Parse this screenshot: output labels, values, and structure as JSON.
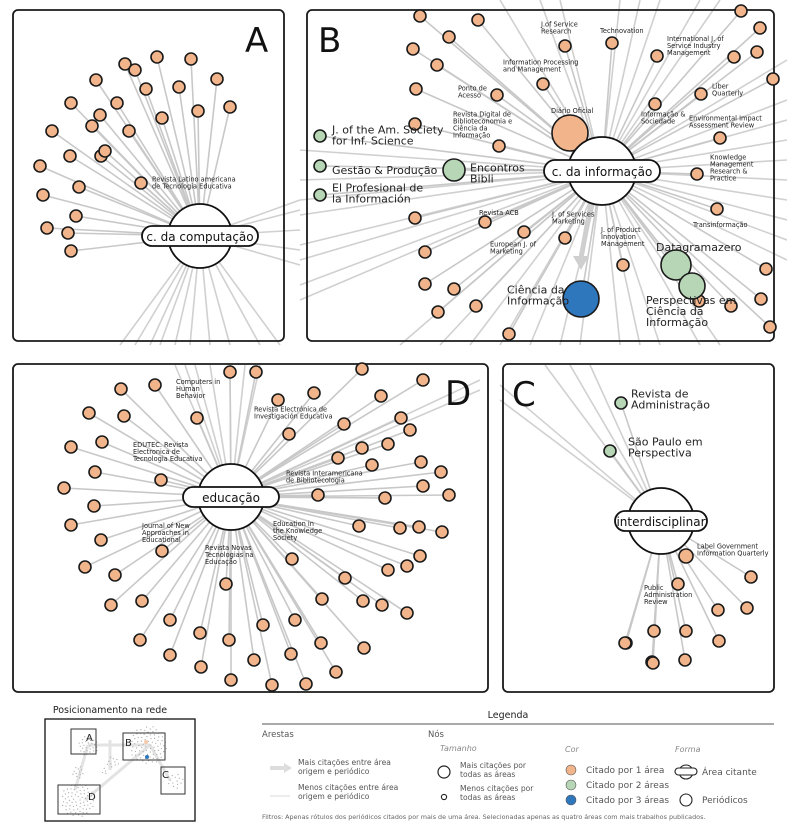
{
  "colors": {
    "cited_1": "#f2b48a",
    "cited_2": "#b7d6b6",
    "cited_3": "#2f77bd",
    "edge": "#c8c8c8",
    "frame": "#1a1a1a"
  },
  "panels": [
    {
      "id": "A",
      "letter": "A",
      "hub": {
        "label": "c. da computação"
      },
      "labeled_nodes": [
        {
          "label": [
            "Revista Latino americana",
            "de Tecnologia Educativa"
          ],
          "category": 1,
          "size": "small"
        }
      ],
      "unlabeled_node_count": 27
    },
    {
      "id": "B",
      "letter": "B",
      "hub": {
        "label": "c. da informação"
      },
      "labeled_nodes": [
        {
          "label": [
            "J. of the Am. Society",
            "for Inf. Science"
          ],
          "category": 2,
          "size": "small"
        },
        {
          "label": [
            "Gestão & Produção"
          ],
          "category": 2,
          "size": "small"
        },
        {
          "label": [
            "El Profesional de",
            "la Información"
          ],
          "category": 2,
          "size": "small"
        },
        {
          "label": [
            "Encontros",
            "Bibli"
          ],
          "category": 2,
          "size": "medium"
        },
        {
          "label": [
            "Ponto de",
            "Acesso"
          ],
          "category": 1,
          "size": "small"
        },
        {
          "label": [
            "Revista Digital de",
            "Biblioteconomia e",
            "Ciência da",
            "Informação"
          ],
          "category": 1,
          "size": "small"
        },
        {
          "label": [
            "Information Processing",
            "and Management"
          ],
          "category": 1,
          "size": "small"
        },
        {
          "label": [
            "J.of Service",
            "Research"
          ],
          "category": 1,
          "size": "small"
        },
        {
          "label": [
            "Technovation"
          ],
          "category": 1,
          "size": "small"
        },
        {
          "label": [
            "International J. of",
            "Service Industry",
            "Management"
          ],
          "category": 1,
          "size": "small"
        },
        {
          "label": [
            "Liber",
            "Quarterly"
          ],
          "category": 1,
          "size": "small"
        },
        {
          "label": [
            "Diário Oficial"
          ],
          "category": 1,
          "size": "large"
        },
        {
          "label": [
            "Informação &",
            "Sociedade"
          ],
          "category": 1,
          "size": "small"
        },
        {
          "label": [
            "Environmental Impact",
            "Assessment Review"
          ],
          "category": 1,
          "size": "small"
        },
        {
          "label": [
            "Knowledge",
            "Management",
            "Research &",
            "Practice"
          ],
          "category": 1,
          "size": "small"
        },
        {
          "label": [
            "Transinformação"
          ],
          "category": 1,
          "size": "small"
        },
        {
          "label": [
            "Revista ACB"
          ],
          "category": 1,
          "size": "small"
        },
        {
          "label": [
            "European J. of",
            "Marketing"
          ],
          "category": 1,
          "size": "small"
        },
        {
          "label": [
            "J. of Services",
            "Marketing"
          ],
          "category": 1,
          "size": "small"
        },
        {
          "label": [
            "J. of Product",
            "Innovation",
            "Management"
          ],
          "category": 1,
          "size": "small"
        },
        {
          "label": [
            "Datagramazero"
          ],
          "category": 2,
          "size": "large"
        },
        {
          "label": [
            "Perspectivas em",
            "Ciência da",
            "Informação"
          ],
          "category": 2,
          "size": "large"
        },
        {
          "label": [
            "Ciência da",
            "Informação"
          ],
          "category": 3,
          "size": "large"
        }
      ],
      "unlabeled_node_count": 24
    },
    {
      "id": "D",
      "letter": "D",
      "hub": {
        "label": "educação"
      },
      "labeled_nodes": [
        {
          "label": [
            "Computers in",
            "Human",
            "Behavior"
          ],
          "category": 1,
          "size": "small"
        },
        {
          "label": [
            "Revista Electrónica de",
            "Investigación Educativa"
          ],
          "category": 1,
          "size": "small"
        },
        {
          "label": [
            "EDUTEC. Revista",
            "Electronica de",
            "Tecnologia Educativa"
          ],
          "category": 1,
          "size": "small"
        },
        {
          "label": [
            "Revista Interamericana",
            "de Bibliotecologia"
          ],
          "category": 1,
          "size": "small"
        },
        {
          "label": [
            "Journal of New",
            "Approaches in",
            "Educational"
          ],
          "category": 1,
          "size": "small"
        },
        {
          "label": [
            "Revista Novas",
            "Tecnologias na",
            "Educação"
          ],
          "category": 1,
          "size": "small"
        },
        {
          "label": [
            "Education in",
            "the Knowledge",
            "Society"
          ],
          "category": 1,
          "size": "small"
        }
      ],
      "unlabeled_node_count": 62
    },
    {
      "id": "C",
      "letter": "C",
      "hub": {
        "label": "interdisciplinar"
      },
      "labeled_nodes": [
        {
          "label": [
            "Revista de",
            "Administração"
          ],
          "category": 2,
          "size": "small"
        },
        {
          "label": [
            "São Paulo em",
            "Perspectiva"
          ],
          "category": 2,
          "size": "small"
        },
        {
          "label": [
            "Label Government",
            "Information Quarterly"
          ],
          "category": 1,
          "size": "medium"
        },
        {
          "label": [
            "Public",
            "Administration",
            "Review"
          ],
          "category": 1,
          "size": "small"
        }
      ],
      "unlabeled_node_count": 11
    }
  ],
  "minimap": {
    "title": "Posicionamento na rede",
    "labels": [
      "A",
      "B",
      "C",
      "D"
    ]
  },
  "legend": {
    "title": "Legenda",
    "edges": {
      "heading": "Arestas",
      "more": [
        "Mais citações entre área",
        "origem e periódico"
      ],
      "less": [
        "Menos citações entre área",
        "origem e periódico"
      ]
    },
    "nodes": {
      "heading": "Nós",
      "size": {
        "heading": "Tamanho",
        "more": [
          "Mais citações por",
          "todas as áreas"
        ],
        "less": [
          "Menos citações por",
          "todas as áreas"
        ]
      },
      "color": {
        "heading": "Cor",
        "items": [
          {
            "label": "Citado por 1 área",
            "category": 1
          },
          {
            "label": "Citado por 2 áreas",
            "category": 2
          },
          {
            "label": "Citado por 3 áreas",
            "category": 3
          }
        ]
      },
      "shape": {
        "heading": "Forma",
        "hub": "Área citante",
        "journal": "Periódicos"
      }
    },
    "filter_note": "Filtros: Apenas rótulos dos periódicos citados por mais de uma área. Selecionadas apenas as quatro áreas com mais trabalhos publicados."
  }
}
